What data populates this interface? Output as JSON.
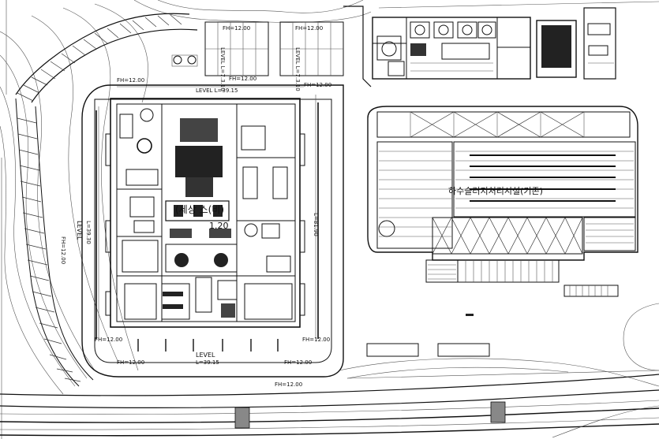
{
  "drawing": {
    "fh_labels": [
      "FH=12.00",
      "FH=12.00",
      "FH=12.00",
      "FH=12.00",
      "FH=12.00",
      "FH=12.00",
      "FH=12.00",
      "FH=12.00",
      "FH=12.00",
      "FH=12.00",
      "FH=12.00"
    ],
    "level_top": "LEVEL L=39.15",
    "level_bottom_a": "LEVEL",
    "level_bottom_b": "L=39.15",
    "level_left_a": "LEVEL",
    "level_left_b": "L=39.30",
    "level_right": "L=81.90",
    "level_parking_1": "LEVEL L=7.3.10",
    "level_parking_2": "LEVEL L=7.3.10",
    "building_label_left": "(세상 스(비)",
    "building_label_left_num": "1.20",
    "building_label_right": "하수슬러지처리시설(기존)",
    "road_label": "FH=12.00"
  }
}
